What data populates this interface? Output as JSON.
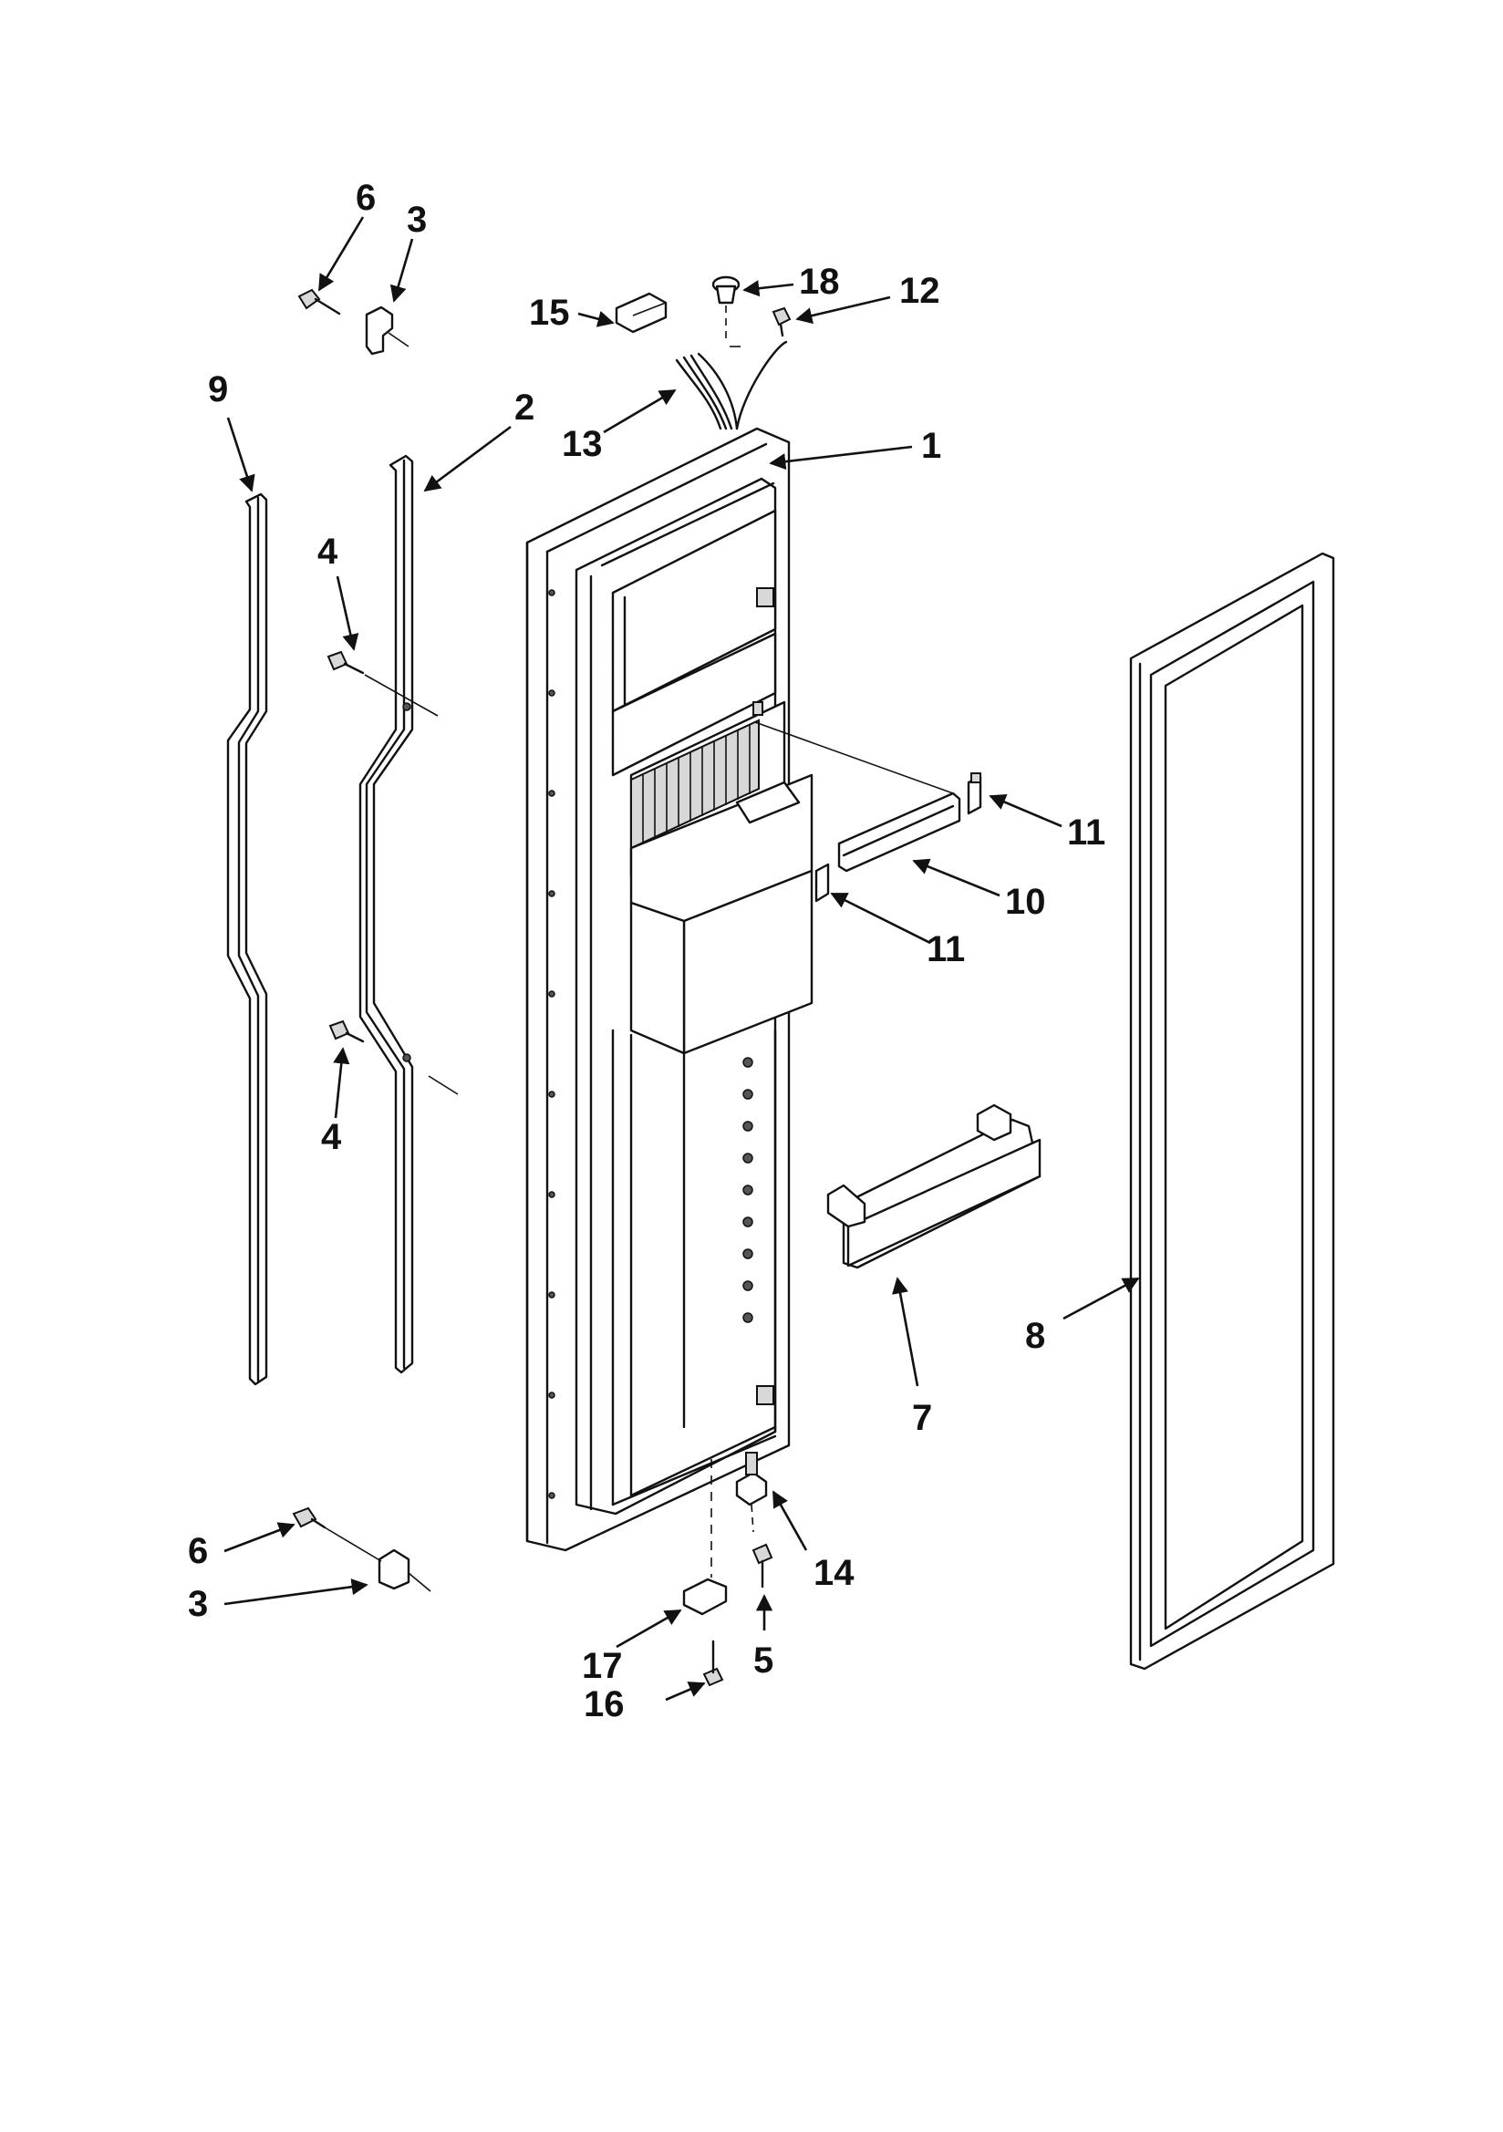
{
  "callouts": [
    {
      "id": "c1",
      "text": "1"
    },
    {
      "id": "c2",
      "text": "2"
    },
    {
      "id": "c3a",
      "text": "3"
    },
    {
      "id": "c3b",
      "text": "3"
    },
    {
      "id": "c4a",
      "text": "4"
    },
    {
      "id": "c4b",
      "text": "4"
    },
    {
      "id": "c5",
      "text": "5"
    },
    {
      "id": "c6a",
      "text": "6"
    },
    {
      "id": "c6b",
      "text": "6"
    },
    {
      "id": "c7",
      "text": "7"
    },
    {
      "id": "c8",
      "text": "8"
    },
    {
      "id": "c9",
      "text": "9"
    },
    {
      "id": "c10",
      "text": "10"
    },
    {
      "id": "c11a",
      "text": "11"
    },
    {
      "id": "c11b",
      "text": "11"
    },
    {
      "id": "c12",
      "text": "12"
    },
    {
      "id": "c13",
      "text": "13"
    },
    {
      "id": "c14",
      "text": "14"
    },
    {
      "id": "c15",
      "text": "15"
    },
    {
      "id": "c16",
      "text": "16"
    },
    {
      "id": "c17",
      "text": "17"
    },
    {
      "id": "c18",
      "text": "18"
    }
  ]
}
